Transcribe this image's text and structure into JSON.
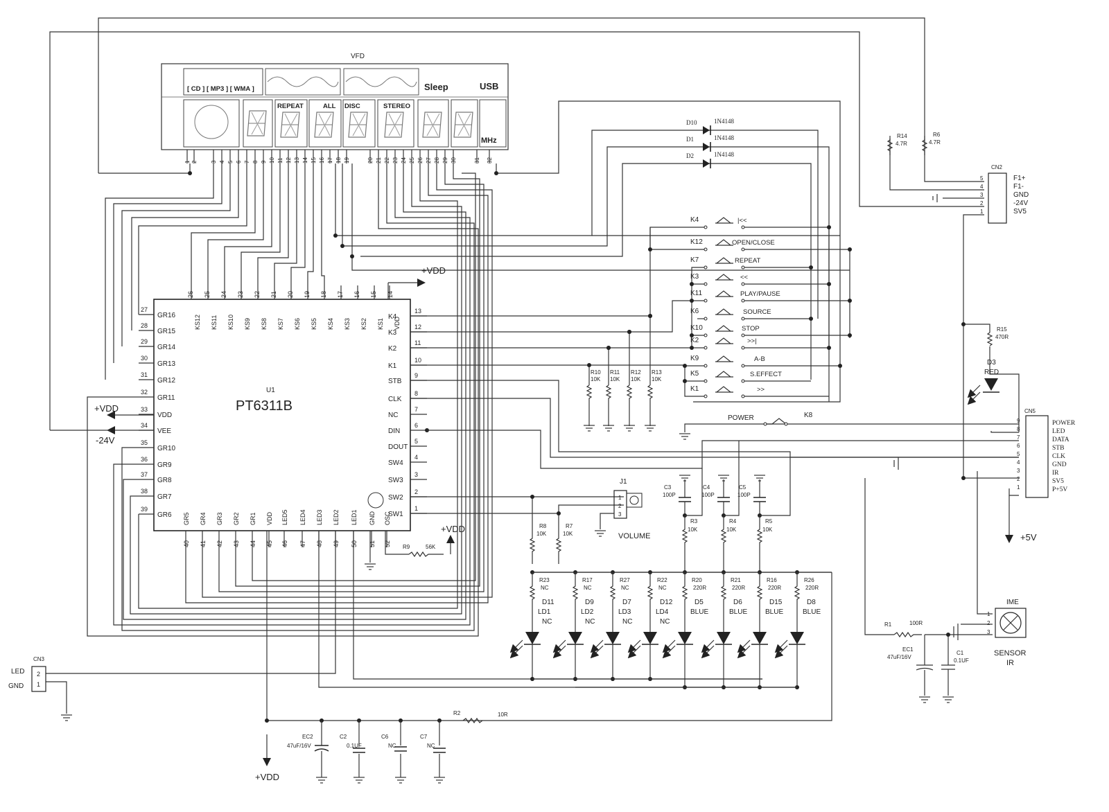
{
  "vfd": {
    "title": "VFD",
    "format_labels": "[ CD ] [ MP3 ] [ WMA ]",
    "sleep": "Sleep",
    "usb": "USB",
    "mhz": "MHz",
    "segment_labels": [
      "REPEAT",
      "ALL",
      "DISC",
      "STEREO"
    ],
    "pins": [
      "1",
      "2",
      "3",
      "4",
      "5",
      "6",
      "7",
      "8",
      "9",
      "10",
      "11",
      "12",
      "13",
      "14",
      "15",
      "16",
      "17",
      "18",
      "19",
      "20",
      "21",
      "22",
      "23",
      "24",
      "25",
      "26",
      "27",
      "28",
      "29",
      "30",
      "31",
      "32"
    ]
  },
  "ic": {
    "ref": "U1",
    "part": "PT6311B",
    "top_pins": [
      {
        "num": "26",
        "name": "KS12"
      },
      {
        "num": "25",
        "name": "KS11"
      },
      {
        "num": "24",
        "name": "KS10"
      },
      {
        "num": "23",
        "name": "KS9"
      },
      {
        "num": "22",
        "name": "KS8"
      },
      {
        "num": "21",
        "name": "KS7"
      },
      {
        "num": "20",
        "name": "KS6"
      },
      {
        "num": "19",
        "name": "KS5"
      },
      {
        "num": "18",
        "name": "KS4"
      },
      {
        "num": "17",
        "name": "KS3"
      },
      {
        "num": "16",
        "name": "KS2"
      },
      {
        "num": "15",
        "name": "KS1"
      },
      {
        "num": "14",
        "name": "VDD"
      }
    ],
    "left_pins": [
      {
        "num": "27",
        "name": "GR16"
      },
      {
        "num": "28",
        "name": "GR15"
      },
      {
        "num": "29",
        "name": "GR14"
      },
      {
        "num": "30",
        "name": "GR13"
      },
      {
        "num": "31",
        "name": "GR12"
      },
      {
        "num": "32",
        "name": "GR11"
      },
      {
        "num": "33",
        "name": "VDD"
      },
      {
        "num": "34",
        "name": "VEE"
      },
      {
        "num": "35",
        "name": "GR10"
      },
      {
        "num": "36",
        "name": "GR9"
      },
      {
        "num": "37",
        "name": "GR8"
      },
      {
        "num": "38",
        "name": "GR7"
      },
      {
        "num": "39",
        "name": "GR6"
      }
    ],
    "right_pins": [
      {
        "num": "13",
        "name": "K4"
      },
      {
        "num": "12",
        "name": "K3"
      },
      {
        "num": "11",
        "name": "K2"
      },
      {
        "num": "10",
        "name": "K1"
      },
      {
        "num": "9",
        "name": "STB"
      },
      {
        "num": "8",
        "name": "CLK"
      },
      {
        "num": "7",
        "name": "NC"
      },
      {
        "num": "6",
        "name": "DIN"
      },
      {
        "num": "5",
        "name": "DOUT"
      },
      {
        "num": "4",
        "name": "SW4"
      },
      {
        "num": "3",
        "name": "SW3"
      },
      {
        "num": "2",
        "name": "SW2"
      },
      {
        "num": "1",
        "name": "SW1"
      }
    ],
    "bottom_pins": [
      {
        "num": "40",
        "name": "GR5"
      },
      {
        "num": "41",
        "name": "GR4"
      },
      {
        "num": "42",
        "name": "GR3"
      },
      {
        "num": "43",
        "name": "GR2"
      },
      {
        "num": "44",
        "name": "GR1"
      },
      {
        "num": "45",
        "name": "VDD"
      },
      {
        "num": "46",
        "name": "LED5"
      },
      {
        "num": "47",
        "name": "LED4"
      },
      {
        "num": "48",
        "name": "LED3"
      },
      {
        "num": "49",
        "name": "LED2"
      },
      {
        "num": "50",
        "name": "LED1"
      },
      {
        "num": "51",
        "name": "GND"
      },
      {
        "num": "52",
        "name": "OSC"
      }
    ]
  },
  "power": {
    "vdd": "+VDD",
    "neg24": "-24V",
    "plus5": "+5V"
  },
  "diodes": [
    {
      "ref": "D10",
      "part": "1N4148"
    },
    {
      "ref": "D1",
      "part": "1N4148"
    },
    {
      "ref": "D2",
      "part": "1N4148"
    }
  ],
  "keys": [
    {
      "ref": "K4",
      "label": "|<<"
    },
    {
      "ref": "K12",
      "label": "OPEN/CLOSE"
    },
    {
      "ref": "K7",
      "label": "REPEAT"
    },
    {
      "ref": "K3",
      "label": "<<"
    },
    {
      "ref": "K11",
      "label": "PLAY/PAUSE"
    },
    {
      "ref": "K6",
      "label": "SOURCE"
    },
    {
      "ref": "K10",
      "label": "STOP"
    },
    {
      "ref": "K2",
      "label": ">>|"
    },
    {
      "ref": "K9",
      "label": "A-B"
    },
    {
      "ref": "K5",
      "label": "S.EFFECT"
    },
    {
      "ref": "K1",
      "label": ">>"
    }
  ],
  "power_key": {
    "label": "POWER",
    "ref": "K8"
  },
  "pulldowns": [
    {
      "ref": "R10",
      "val": "10K"
    },
    {
      "ref": "R11",
      "val": "10K"
    },
    {
      "ref": "R12",
      "val": "10K"
    },
    {
      "ref": "R13",
      "val": "10K"
    }
  ],
  "cn2": {
    "ref": "CN2",
    "pins": [
      "5",
      "4",
      "3",
      "2",
      "1"
    ],
    "labels": [
      "F1+",
      "F1-",
      "GND",
      "-24V",
      "SV5"
    ],
    "r14": "R14",
    "r14v": "4.7R",
    "r6": "R6",
    "r6v": "4.7R"
  },
  "cn5": {
    "ref": "CN5",
    "pins": [
      "9",
      "8",
      "7",
      "6",
      "5",
      "4",
      "3",
      "2",
      "1"
    ],
    "labels": [
      "POWER",
      "LED",
      "DATA",
      "STB",
      "CLK",
      "GND",
      "IR",
      "SV5",
      "P+5V"
    ]
  },
  "r15": {
    "ref": "R15",
    "val": "470R"
  },
  "d3": {
    "ref": "D3",
    "color": "RED"
  },
  "j1": {
    "ref": "J1",
    "label": "VOLUME",
    "pins": [
      "1",
      "2",
      "3"
    ]
  },
  "caps_top": [
    {
      "ref": "C3",
      "val": "100P"
    },
    {
      "ref": "C4",
      "val": "100P"
    },
    {
      "ref": "C5",
      "val": "100P"
    }
  ],
  "res_mid": [
    {
      "ref": "R3",
      "val": "10K"
    },
    {
      "ref": "R4",
      "val": "10K"
    },
    {
      "ref": "R5",
      "val": "10K"
    },
    {
      "ref": "R8",
      "val": "10K"
    },
    {
      "ref": "R7",
      "val": "10K"
    }
  ],
  "r9": {
    "ref": "R9",
    "val": "56K"
  },
  "led_res": [
    {
      "ref": "R23",
      "val": "NC"
    },
    {
      "ref": "R17",
      "val": "NC"
    },
    {
      "ref": "R27",
      "val": "NC"
    },
    {
      "ref": "R22",
      "val": "NC"
    },
    {
      "ref": "R20",
      "val": "220R"
    },
    {
      "ref": "R21",
      "val": "220R"
    },
    {
      "ref": "R16",
      "val": "220R"
    },
    {
      "ref": "R26",
      "val": "220R"
    }
  ],
  "leds": [
    {
      "ref": "D11",
      "name": "LD1",
      "val": "NC"
    },
    {
      "ref": "D9",
      "name": "LD2",
      "val": "NC"
    },
    {
      "ref": "D7",
      "name": "LD3",
      "val": "NC"
    },
    {
      "ref": "D12",
      "name": "LD4",
      "val": "NC"
    },
    {
      "ref": "D5",
      "name": "BLUE",
      "val": ""
    },
    {
      "ref": "D6",
      "name": "BLUE",
      "val": ""
    },
    {
      "ref": "D15",
      "name": "BLUE",
      "val": ""
    },
    {
      "ref": "D8",
      "name": "BLUE",
      "val": ""
    }
  ],
  "cn3": {
    "ref": "CN3",
    "labels": [
      "LED",
      "GND"
    ],
    "pins": [
      "2",
      "1"
    ]
  },
  "bottom_caps": [
    {
      "ref": "EC2",
      "val": "47uF/16V"
    },
    {
      "ref": "C2",
      "val": "0.1UF"
    },
    {
      "ref": "C6",
      "val": "NC"
    },
    {
      "ref": "C7",
      "val": "NC"
    }
  ],
  "r2": {
    "ref": "R2",
    "val": "10R"
  },
  "ir": {
    "r1": "R1",
    "r1v": "100R",
    "ec1": "EC1",
    "ec1v": "47uF/16V",
    "c1": "C1",
    "c1v": "0.1UF",
    "ime": "IME",
    "sensor": "SENSOR",
    "ir": "IR",
    "pins": [
      "1",
      "2",
      "3"
    ]
  }
}
